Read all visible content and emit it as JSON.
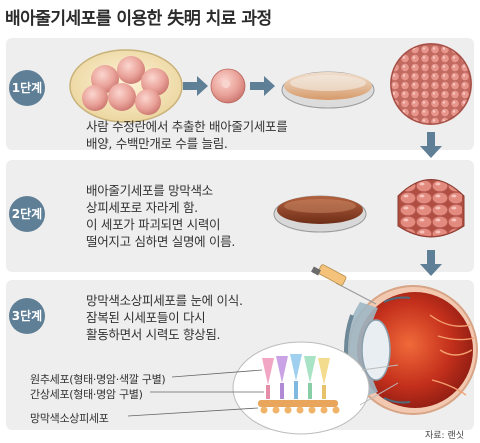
{
  "title": "배아줄기세포를 이용한 失明 치료 과정",
  "steps": [
    {
      "badge": "1단계",
      "lines": [
        "사람 수정란에서 추출한 배아줄기세포를",
        "배양, 수백만개로 수를 늘림."
      ]
    },
    {
      "badge": "2단계",
      "lines": [
        "배아줄기세포를 망막색소",
        "상피세포로 자라게 함.",
        "이 세포가 파괴되면 시력이",
        "떨어지고 심하면 실명에 이름."
      ]
    },
    {
      "badge": "3단계",
      "lines": [
        "망막색소상피세포를 눈에 이식.",
        "잠복된 시세포들이 다시",
        "활동하면서 시력도 향상됨."
      ]
    }
  ],
  "labels": {
    "cone": "원추세포(형태·명암·색깔 구별)",
    "rod": "간상세포(형태·명암 구별)",
    "rpe": "망막색소상피세포"
  },
  "source": "자료: 랜싯",
  "colors": {
    "panel": "#eeeeee",
    "badge": "#5f7f97",
    "arrow": "#5f7f97",
    "cell": "#e79a93",
    "dish_medium": "#e6a27a"
  }
}
